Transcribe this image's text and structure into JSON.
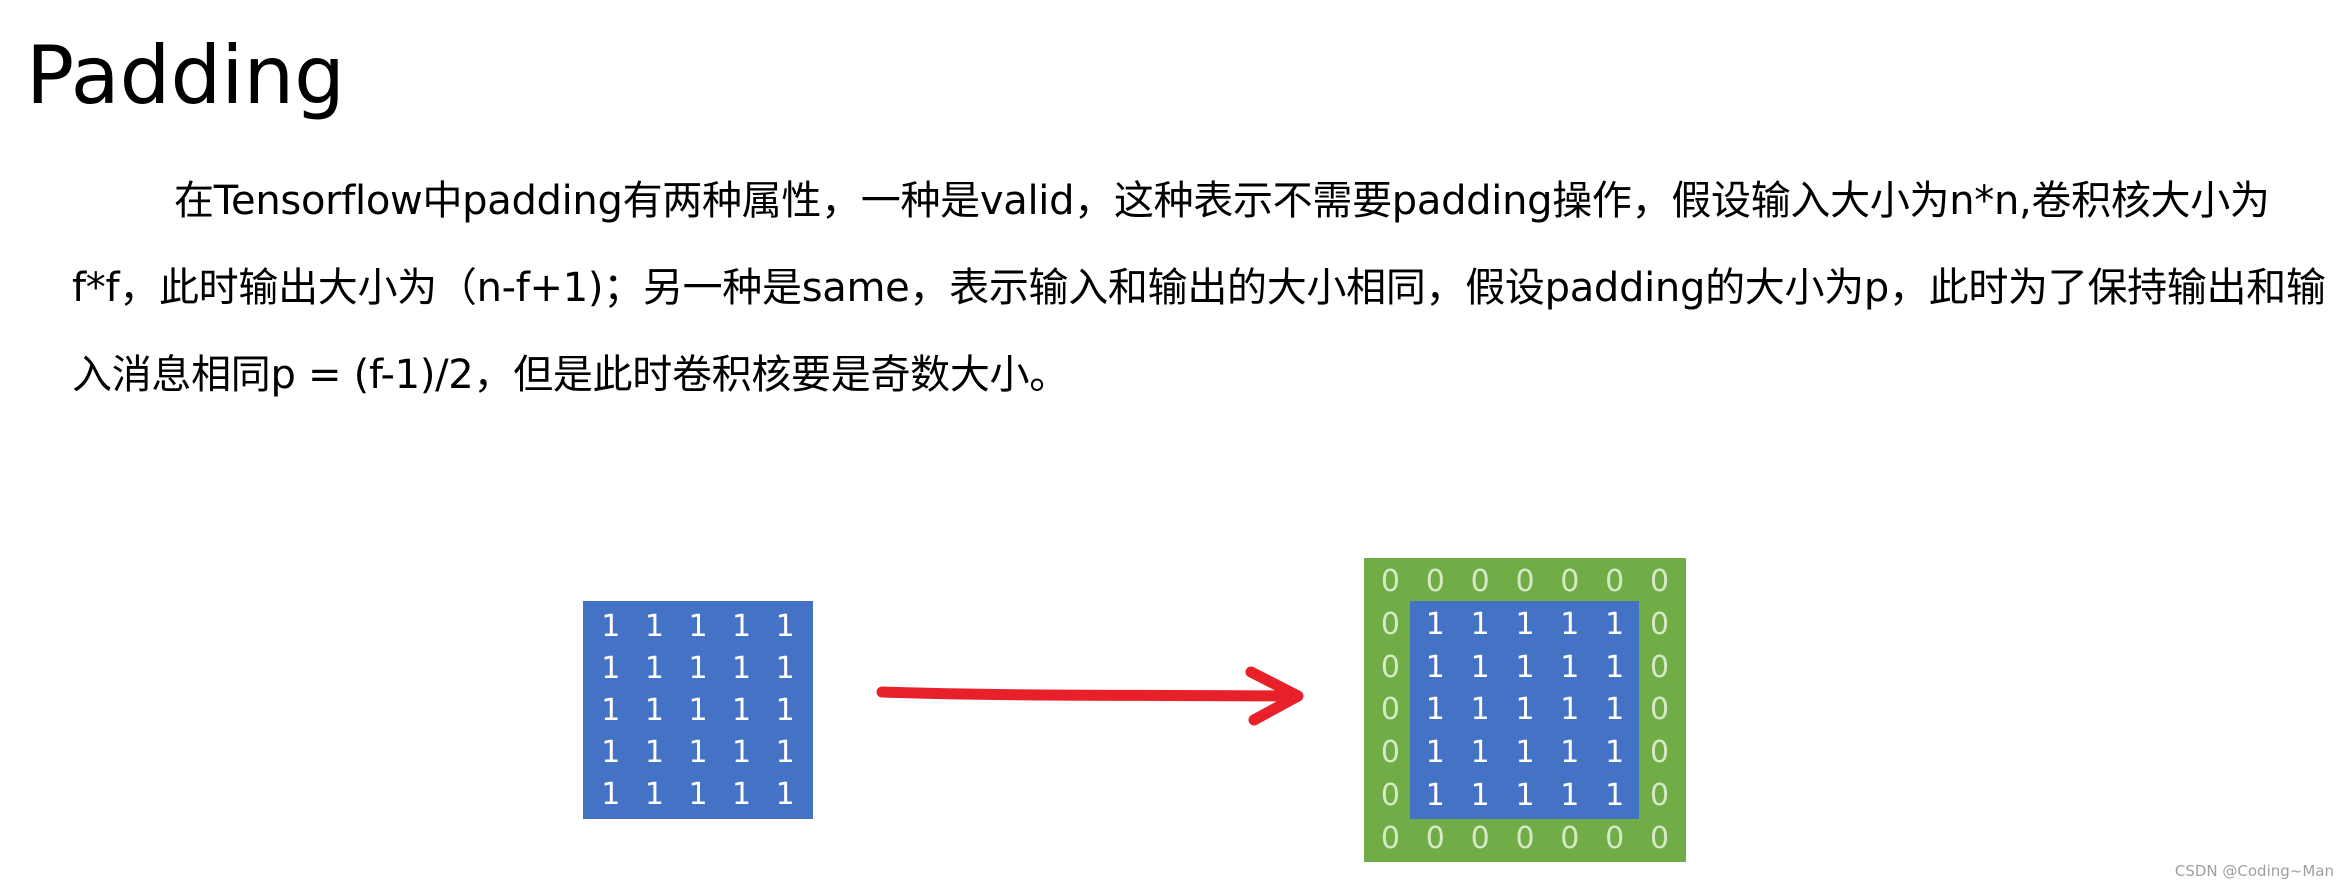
{
  "title": "Padding",
  "paragraph": "在Tensorflow中padding有两种属性，一种是valid，这种表示不需要padding操作，假设输入大小为n*n,卷积核大小为f*f，此时输出大小为（n-f+1)；另一种是same，表示输入和输出的大小相同，假设padding的大小为p，此时为了保持输出和输入消息相同p = (f-1)/2，但是此时卷积核要是奇数大小。",
  "figure": {
    "input_grid": [
      [
        "1",
        "1",
        "1",
        "1",
        "1"
      ],
      [
        "1",
        "1",
        "1",
        "1",
        "1"
      ],
      [
        "1",
        "1",
        "1",
        "1",
        "1"
      ],
      [
        "1",
        "1",
        "1",
        "1",
        "1"
      ],
      [
        "1",
        "1",
        "1",
        "1",
        "1"
      ]
    ],
    "padded_grid": [
      [
        "0",
        "0",
        "0",
        "0",
        "0",
        "0",
        "0"
      ],
      [
        "0",
        "1",
        "1",
        "1",
        "1",
        "1",
        "0"
      ],
      [
        "0",
        "1",
        "1",
        "1",
        "1",
        "1",
        "0"
      ],
      [
        "0",
        "1",
        "1",
        "1",
        "1",
        "1",
        "0"
      ],
      [
        "0",
        "1",
        "1",
        "1",
        "1",
        "1",
        "0"
      ],
      [
        "0",
        "1",
        "1",
        "1",
        "1",
        "1",
        "0"
      ],
      [
        "0",
        "0",
        "0",
        "0",
        "0",
        "0",
        "0"
      ]
    ],
    "colors": {
      "input_fill": "#4472c4",
      "padding_fill": "#70ad47",
      "arrow": "#e8202a",
      "cell_text": "#ffffff"
    }
  },
  "watermark": "CSDN @Coding~Man"
}
